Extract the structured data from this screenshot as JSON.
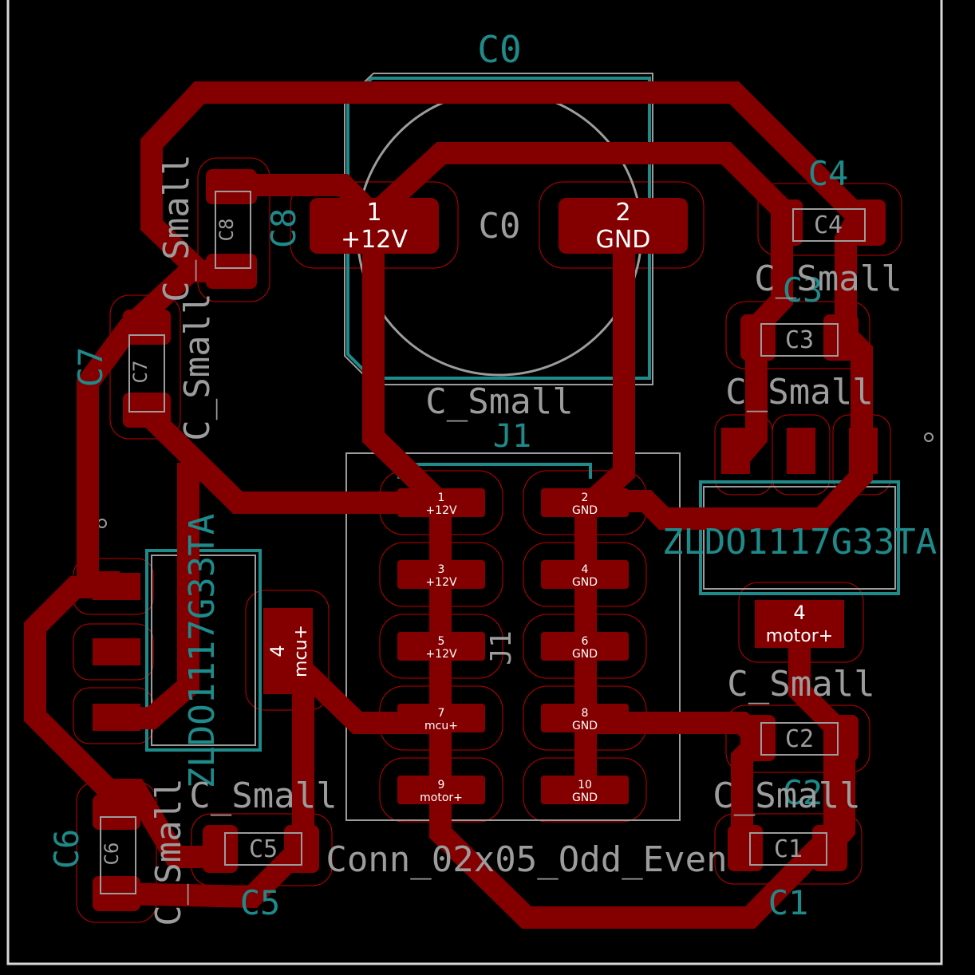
{
  "colors": {
    "background": "#000000",
    "copper": "#840000",
    "courtyard": "#c20000",
    "silk": "#1f8a8a",
    "fab": "#9c9c9c",
    "outline": "#d8d8d8",
    "pad_text": "#ffffff"
  },
  "refs": {
    "C0": "C0",
    "C1": "C1",
    "C2": "C2",
    "C3": "C3",
    "C4": "C4",
    "C5": "C5",
    "C6": "C6",
    "C7": "C7",
    "C8": "C8",
    "J1": "J1",
    "J1_fab": "J1"
  },
  "values": {
    "c_small": "C_Small",
    "regulator": "ZLDO1117G33TA",
    "connector": "Conn_02x05_Odd_Even"
  },
  "c0_pads": [
    {
      "num": "1",
      "net": "+12V"
    },
    {
      "num": "2",
      "net": "GND"
    }
  ],
  "j1_pads": [
    {
      "num": "1",
      "net": "+12V"
    },
    {
      "num": "2",
      "net": "GND"
    },
    {
      "num": "3",
      "net": "+12V"
    },
    {
      "num": "4",
      "net": "GND"
    },
    {
      "num": "5",
      "net": "+12V"
    },
    {
      "num": "6",
      "net": "GND"
    },
    {
      "num": "7",
      "net": "mcu+"
    },
    {
      "num": "8",
      "net": "GND"
    },
    {
      "num": "9",
      "net": "motor+"
    },
    {
      "num": "10",
      "net": "GND"
    }
  ],
  "reg_right_tab": {
    "num": "4",
    "net": "motor+"
  },
  "reg_left_tab": {
    "num": "4",
    "net": "mcu+"
  }
}
